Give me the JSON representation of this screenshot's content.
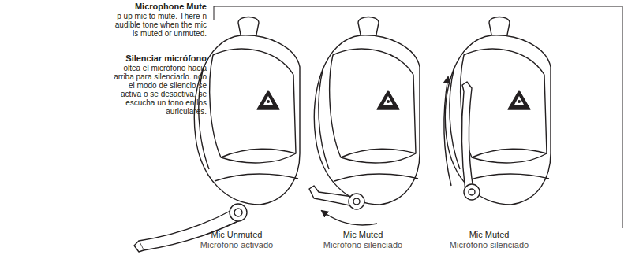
{
  "diagram": {
    "labels": [
      "Microphone Mute",
      "p up mic to mute. There n audible tone when the mic is muted or unmuted.",
      "Silenciar micrófono",
      "oltea el micrófono hacia arriba para silenciarlo. ndo el modo de silencio se activa o se desactiva, se escucha un tono en los auriculares.",
      "Mic Unmuted",
      "Micrófono activado",
      "Mic Muted",
      "Micrófono silenciado",
      "Mic Muted",
      "Micrófono silenciado"
    ]
  }
}
